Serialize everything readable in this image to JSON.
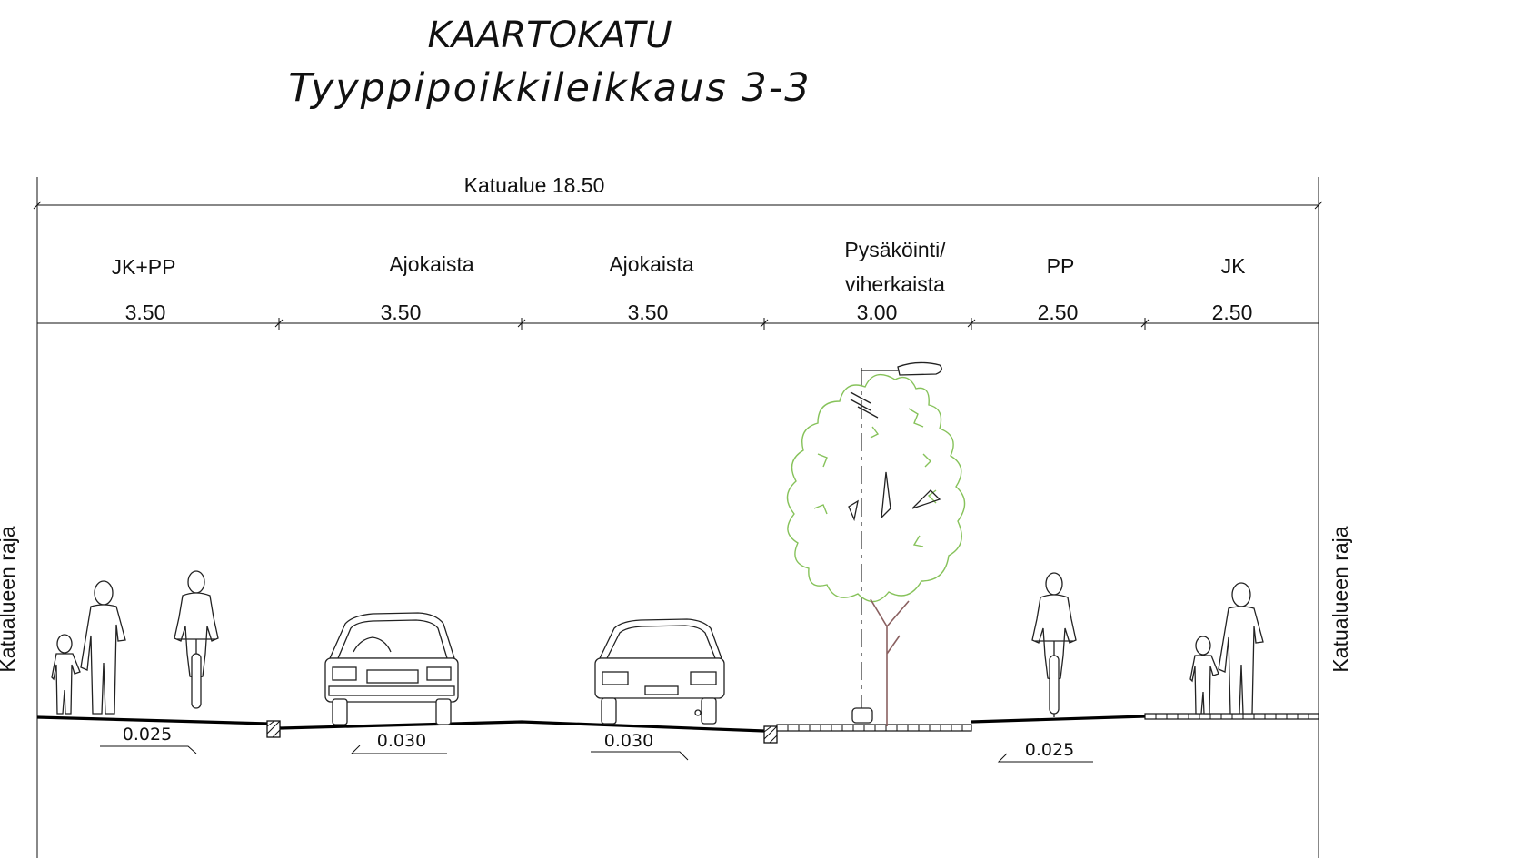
{
  "title": {
    "line1": "KAARTOKATU",
    "line2": "Tyyppipoikkileikkaus 3-3"
  },
  "total": {
    "label": "Katualue 18.50"
  },
  "segments": [
    {
      "name": "JK+PP",
      "name2": "",
      "width": "3.50"
    },
    {
      "name": "Ajokaista",
      "name2": "",
      "width": "3.50"
    },
    {
      "name": "Ajokaista",
      "name2": "",
      "width": "3.50"
    },
    {
      "name": "Pysäköinti/",
      "name2": "viherkaista",
      "width": "3.00"
    },
    {
      "name": "PP",
      "name2": "",
      "width": "2.50"
    },
    {
      "name": "JK",
      "name2": "",
      "width": "2.50"
    }
  ],
  "boundary": {
    "left": "Katualueen raja",
    "right": "Katualueen raja"
  },
  "slopes": [
    "0.025",
    "0.030",
    "0.030",
    "0.025"
  ],
  "colors": {
    "line": "#111111",
    "tree": "#86c25a"
  }
}
